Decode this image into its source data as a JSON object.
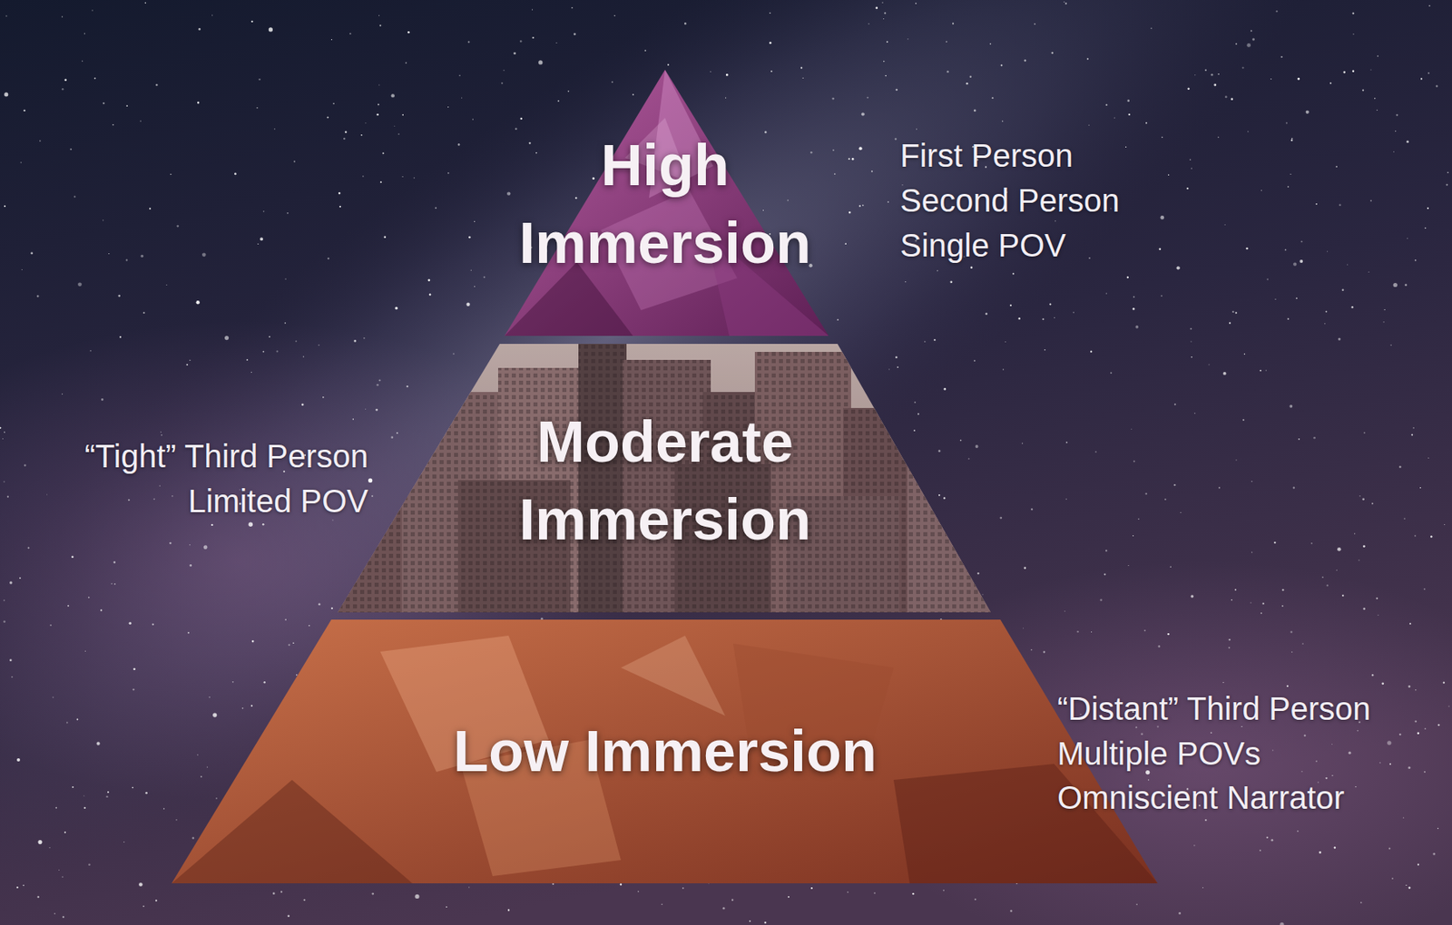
{
  "diagram": {
    "nodes": [
      {
        "text": [
          "High Immersion"
        ]
      },
      {
        "text": [
          "Moderate Immersion"
        ]
      },
      {
        "text": [
          "Low Immersion"
        ]
      }
    ],
    "labels": [
      "First Person",
      "Second Person",
      "Single POV",
      "“Tight” Third Person",
      "Limited POV",
      "“Distant” Third Person",
      "Multiple POVs",
      "Omniscient Narrator"
    ]
  }
}
